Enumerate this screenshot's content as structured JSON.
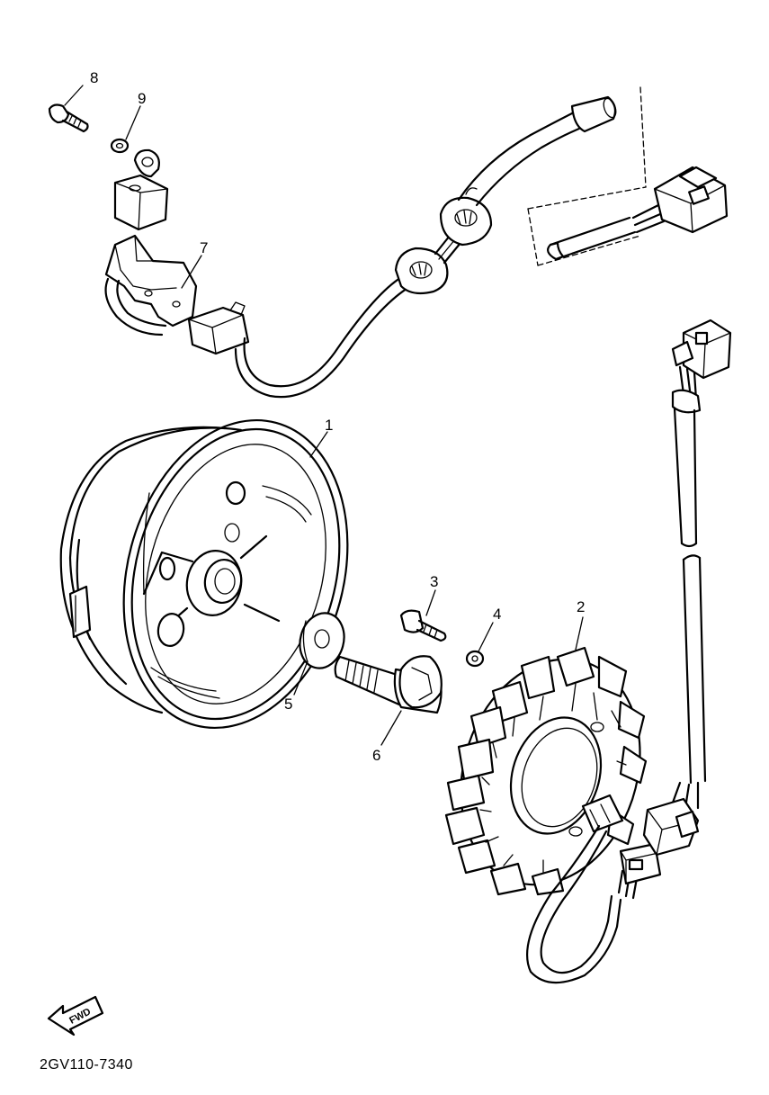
{
  "callouts": {
    "p1": "1",
    "p2": "2",
    "p3": "3",
    "p4": "4",
    "p5": "5",
    "p6": "6",
    "p7": "7",
    "p8": "8",
    "p9": "9"
  },
  "fwd_label": "FWD",
  "diagram_code": "2GV110-7340"
}
